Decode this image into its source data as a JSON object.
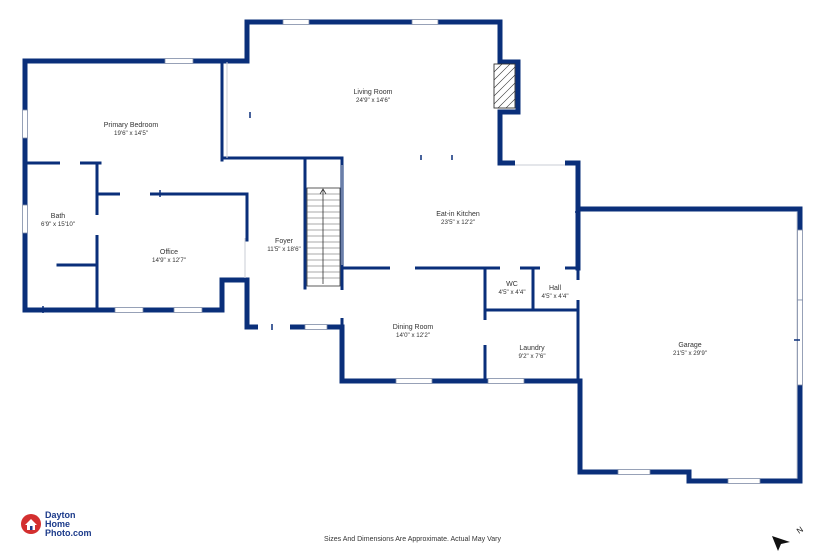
{
  "rooms": {
    "living": {
      "name": "Living Room",
      "dim": "24'9\" x 14'6\""
    },
    "kitchen": {
      "name": "Eat-in Kitchen",
      "dim": "23'5\" x 12'2\""
    },
    "primary": {
      "name": "Primary Bedroom",
      "dim": "19'6\" x 14'5\""
    },
    "bath": {
      "name": "Bath",
      "dim": "6'9\" x 15'10\""
    },
    "office": {
      "name": "Office",
      "dim": "14'9\" x 12'7\""
    },
    "foyer": {
      "name": "Foyer",
      "dim": "11'5\" x 18'6\""
    },
    "wc": {
      "name": "WC",
      "dim": "4'5\" x 4'4\""
    },
    "hall": {
      "name": "Hall",
      "dim": "4'5\" x 4'4\""
    },
    "dining": {
      "name": "Dining Room",
      "dim": "14'0\" x 12'2\""
    },
    "laundry": {
      "name": "Laundry",
      "dim": "9'2\" x 7'6\""
    },
    "garage": {
      "name": "Garage",
      "dim": "21'5\" x 29'9\""
    }
  },
  "logo": {
    "line1": "Dayton",
    "line2": "Home",
    "line3": "Photo.com",
    "color": "#1b3a8a",
    "accent": "#d32f2f"
  },
  "footer": {
    "note": "Sizes And Dimensions Are Approximate. Actual May Vary"
  },
  "compass": {
    "icon": "north-arrow-icon",
    "label": "N"
  },
  "colors": {
    "wall": "#0a2f7a"
  }
}
